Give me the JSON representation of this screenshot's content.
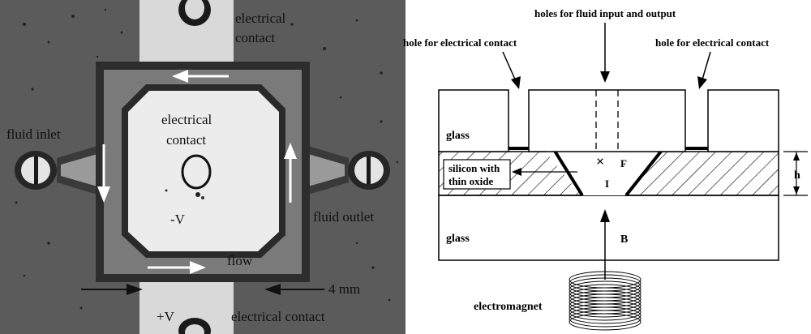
{
  "photo": {
    "labels": {
      "top_contact_line1": "electrical",
      "top_contact_line2": "contact",
      "center_contact_line1": "electrical",
      "center_contact_line2": "contact",
      "fluid_inlet": "fluid inlet",
      "fluid_outlet": "fluid outlet",
      "minus_v": "-V",
      "plus_v": "+V",
      "flow": "flow",
      "width": "4 mm",
      "bottom_contact": "electrical contact"
    }
  },
  "diagram": {
    "labels": {
      "holes_fluid": "holes for fluid input and output",
      "hole_contact_left": "hole for electrical contact",
      "hole_contact_right": "hole for electrical contact",
      "glass_top": "glass",
      "glass_bottom": "glass",
      "silicon_line1": "silicon with",
      "silicon_line2": "thin oxide",
      "force": "F",
      "current": "I",
      "height": "h",
      "field": "B",
      "electromagnet": "electromagnet",
      "cross_symbol": "×"
    }
  }
}
